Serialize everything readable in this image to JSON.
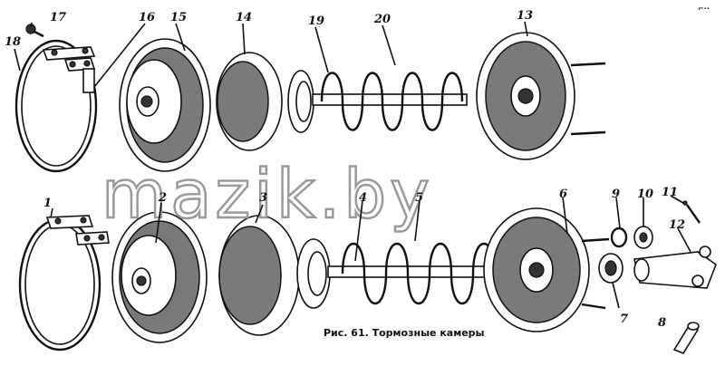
{
  "caption": "Рис. 61. Тормозные камеры",
  "watermark": "mazik.by",
  "corner_mark": "⌐··",
  "labels": {
    "l1": "1",
    "l2": "2",
    "l3": "3",
    "l4": "4",
    "l5": "5",
    "l6": "6",
    "l7": "7",
    "l8": "8",
    "l9": "9",
    "l10": "10",
    "l11": "11",
    "l12": "12",
    "l13": "13",
    "l14": "14",
    "l15": "15",
    "l16": "16",
    "l17": "17",
    "l18": "18",
    "l19": "19",
    "l20": "20"
  }
}
